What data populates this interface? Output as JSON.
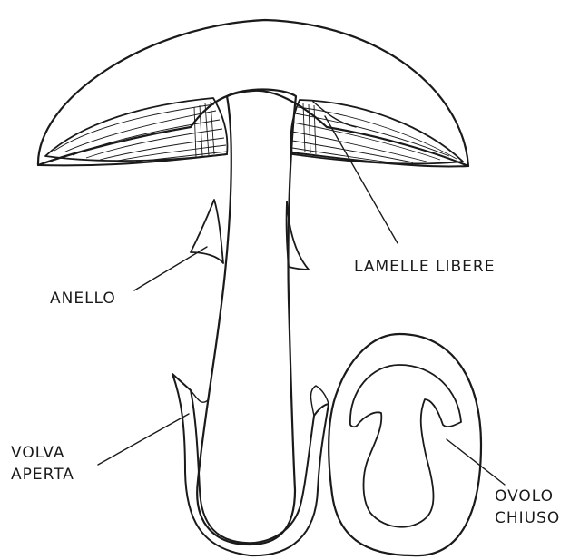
{
  "labels": {
    "lamelle": "LAMELLE LIBERE",
    "anello": "ANELLO",
    "volva_line1": "VOLVA",
    "volva_line2": "APERTA",
    "ovolo_line1": "OVOLO",
    "ovolo_line2": "CHIUSO"
  },
  "colors": {
    "ink": "#1a1a1a",
    "paper": "#ffffff"
  }
}
